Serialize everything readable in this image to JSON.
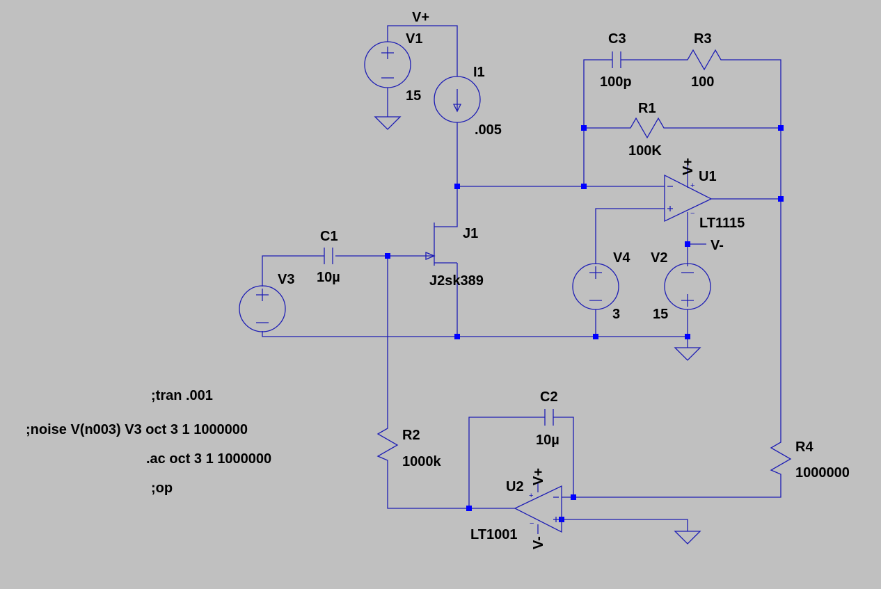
{
  "net_labels": {
    "vplus_top": "V+",
    "vplus_u1": "V+",
    "vplus_u2": "V+",
    "vminus_u1": "V-",
    "vminus_u2": "V-"
  },
  "components": {
    "V1": {
      "name": "V1",
      "value": "15"
    },
    "I1": {
      "name": "I1",
      "value": ".005"
    },
    "C3": {
      "name": "C3",
      "value": "100p"
    },
    "R3": {
      "name": "R3",
      "value": "100"
    },
    "R1": {
      "name": "R1",
      "value": "100K"
    },
    "U1": {
      "name": "U1",
      "model": "LT1115"
    },
    "J1": {
      "name": "J1",
      "model": "J2sk389"
    },
    "C1": {
      "name": "C1",
      "value": "10µ"
    },
    "V3": {
      "name": "V3"
    },
    "V4": {
      "name": "V4",
      "value": "3"
    },
    "V2": {
      "name": "V2",
      "value": "15"
    },
    "C2": {
      "name": "C2",
      "value": "10µ"
    },
    "R2": {
      "name": "R2",
      "value": "1000k"
    },
    "R4": {
      "name": "R4",
      "value": "1000000"
    },
    "U2": {
      "name": "U2",
      "model": "LT1001"
    }
  },
  "directives": [
    ";tran .001",
    ";noise V(n003) V3 oct 3 1 1000000",
    ".ac oct 3 1 1000000",
    ";op"
  ],
  "colors": {
    "background": "#c0c0c0",
    "wire": "#1c1cb4",
    "junction": "#0000ff",
    "text": "#000000"
  }
}
